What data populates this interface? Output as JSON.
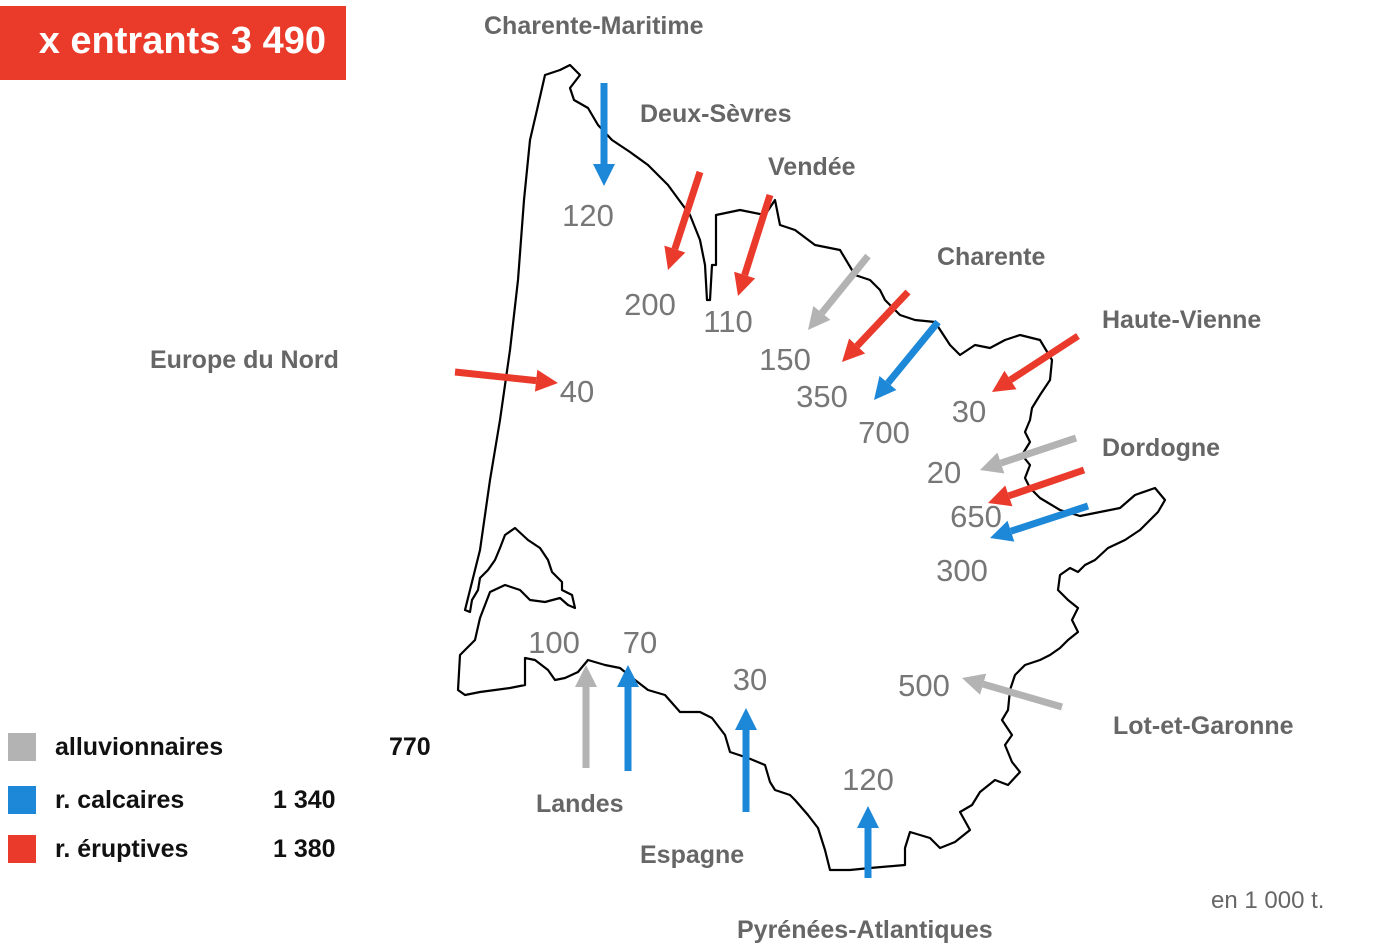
{
  "banner": {
    "text": "x entrants  3 490",
    "color": "#e93a2a"
  },
  "unit_note": "en 1 000 t.",
  "colors": {
    "alluvionnaires": "#b3b3b3",
    "calcaires": "#1e88d8",
    "eruptives": "#ea3a2c"
  },
  "legend": [
    {
      "key": "alluvionnaires",
      "label": "alluvionnaires",
      "value": "770"
    },
    {
      "key": "calcaires",
      "label": "r. calcaires",
      "value": "1 340"
    },
    {
      "key": "eruptives",
      "label": "r. éruptives",
      "value": "1 380"
    }
  ],
  "regions": [
    "Charente-Maritime",
    "Deux-Sèvres",
    "Vendée",
    "Charente",
    "Haute-Vienne",
    "Europe du Nord",
    "Dordogne",
    "Lot-et-Garonne",
    "Landes",
    "Espagne",
    "Pyrénées-Atlantiques"
  ],
  "flows": [
    {
      "origin": "Charente-Maritime",
      "material": "calcaires",
      "value": "120"
    },
    {
      "origin": "Deux-Sèvres",
      "material": "eruptives",
      "value": "200"
    },
    {
      "origin": "Vendée",
      "material": "eruptives",
      "value": "110"
    },
    {
      "origin": "Charente",
      "material": "alluvionnaires",
      "value": "150"
    },
    {
      "origin": "Charente",
      "material": "eruptives",
      "value": "350"
    },
    {
      "origin": "Charente",
      "material": "calcaires",
      "value": "700"
    },
    {
      "origin": "Haute-Vienne",
      "material": "eruptives",
      "value": "30"
    },
    {
      "origin": "Europe du Nord",
      "material": "eruptives",
      "value": "40"
    },
    {
      "origin": "Dordogne",
      "material": "alluvionnaires",
      "value": "20"
    },
    {
      "origin": "Dordogne",
      "material": "eruptives",
      "value": "650"
    },
    {
      "origin": "Dordogne",
      "material": "calcaires",
      "value": "300"
    },
    {
      "origin": "Lot-et-Garonne",
      "material": "alluvionnaires",
      "value": "500"
    },
    {
      "origin": "Landes",
      "material": "alluvionnaires",
      "value": "100"
    },
    {
      "origin": "Landes",
      "material": "calcaires",
      "value": "70"
    },
    {
      "origin": "Espagne",
      "material": "calcaires",
      "value": "30"
    },
    {
      "origin": "Pyrénées-Atlantiques",
      "material": "calcaires",
      "value": "120"
    }
  ]
}
